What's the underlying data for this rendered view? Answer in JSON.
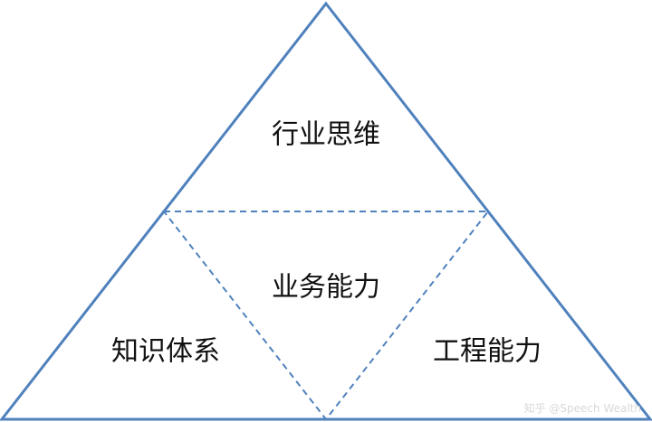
{
  "diagram": {
    "top_label": "行业思维",
    "center_label": "业务能力",
    "left_label": "知识体系",
    "right_label": "工程能力",
    "watermark": "知乎 @Speech Wealth",
    "line_color": "#4f81bd"
  }
}
